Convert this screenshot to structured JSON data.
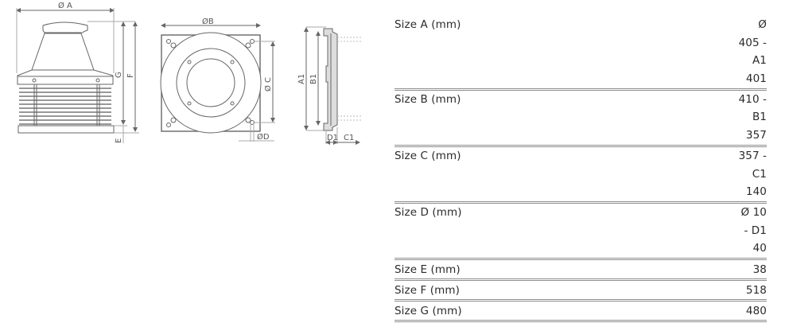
{
  "drawing": {
    "side_view_labels": {
      "A": "Ø A",
      "G": "G",
      "F": "F",
      "E": "E"
    },
    "top_view_labels": {
      "B": "ØB",
      "C": "Ø C",
      "D": "ØD"
    },
    "section_view_labels": {
      "A1": "A1",
      "B1": "B1",
      "D1": "D1",
      "C1": "C1"
    }
  },
  "table": {
    "rows": [
      {
        "label": "Size A (mm)",
        "value_lines": [
          "Ø",
          "405 -",
          "A1",
          "401"
        ]
      },
      {
        "label": "Size B (mm)",
        "value_lines": [
          "410 -",
          "B1",
          "357"
        ]
      },
      {
        "label": "Size C (mm)",
        "value_lines": [
          "357 -",
          "C1",
          "140"
        ]
      },
      {
        "label": "Size D (mm)",
        "value_lines": [
          "Ø 10",
          "- D1",
          "40"
        ]
      },
      {
        "label": "Size E (mm)",
        "value_lines": [
          "38"
        ]
      },
      {
        "label": "Size F (mm)",
        "value_lines": [
          "518"
        ]
      },
      {
        "label": "Size G (mm)",
        "value_lines": [
          "480"
        ]
      }
    ]
  }
}
